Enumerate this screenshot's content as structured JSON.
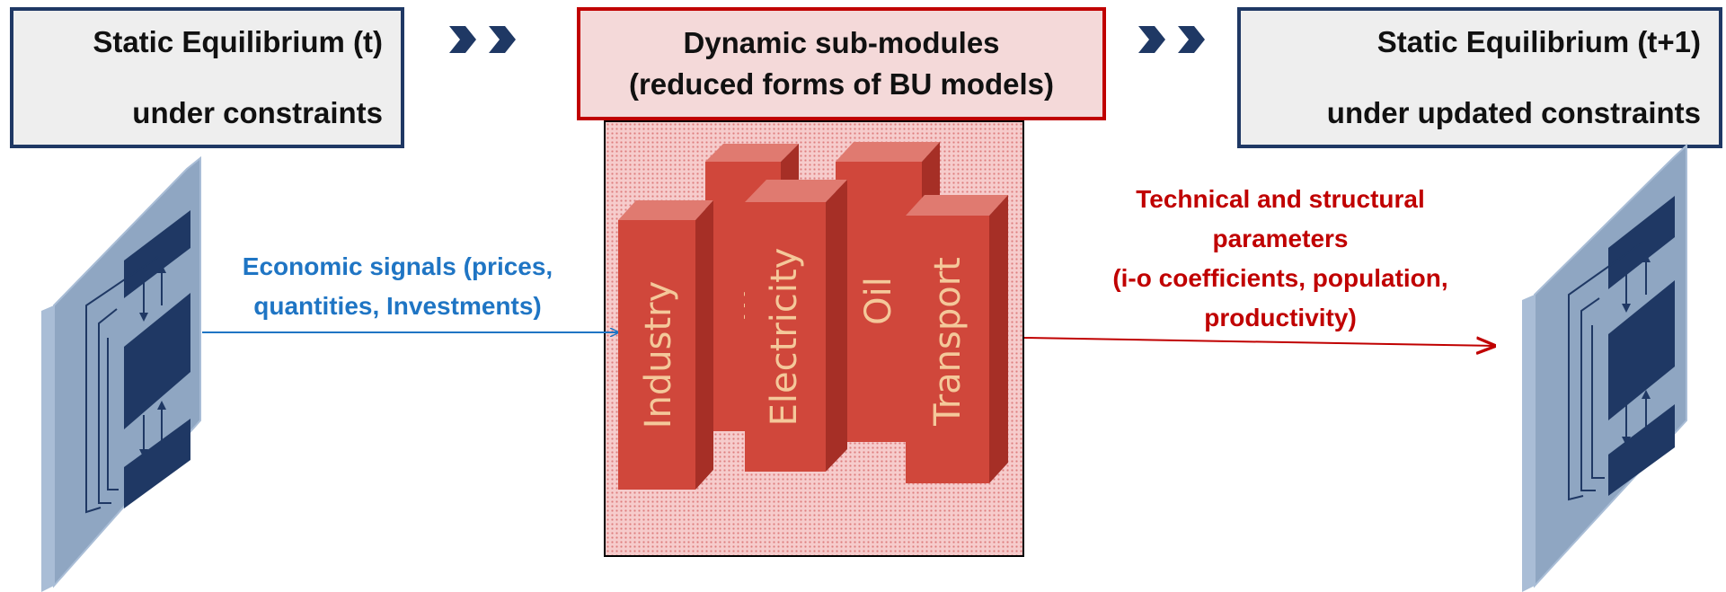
{
  "left_box": {
    "line1": "Static Equilibrium (t)",
    "line2": "under constraints"
  },
  "middle_box": {
    "line1": "Dynamic sub-modules",
    "line2": "(reduced forms of BU models)"
  },
  "right_box": {
    "line1": "Static Equilibrium (t+1)",
    "line2": "under updated  constraints"
  },
  "economic_signals": {
    "line1": "Economic signals (prices,",
    "line2": "quantities, Investments)"
  },
  "technical_params": {
    "line1": "Technical and structural",
    "line2": "parameters",
    "line3": "(i-o coefficients, population,",
    "line4": "productivity)"
  },
  "bars": {
    "industry": "Industry",
    "ellipsis": "...",
    "electricity": "Electricity",
    "oil": "Oil",
    "transport": "Transport"
  },
  "colors": {
    "navy": "#1f3864",
    "red": "#c00000",
    "blue_text": "#1f75c4",
    "bar_front": "#d0473b",
    "bar_text": "#f4c89a",
    "module_face": "#8fa6c2"
  },
  "icons": [
    "chevron-right-icon",
    "chevron-right-icon",
    "chevron-right-icon",
    "chevron-right-icon"
  ]
}
